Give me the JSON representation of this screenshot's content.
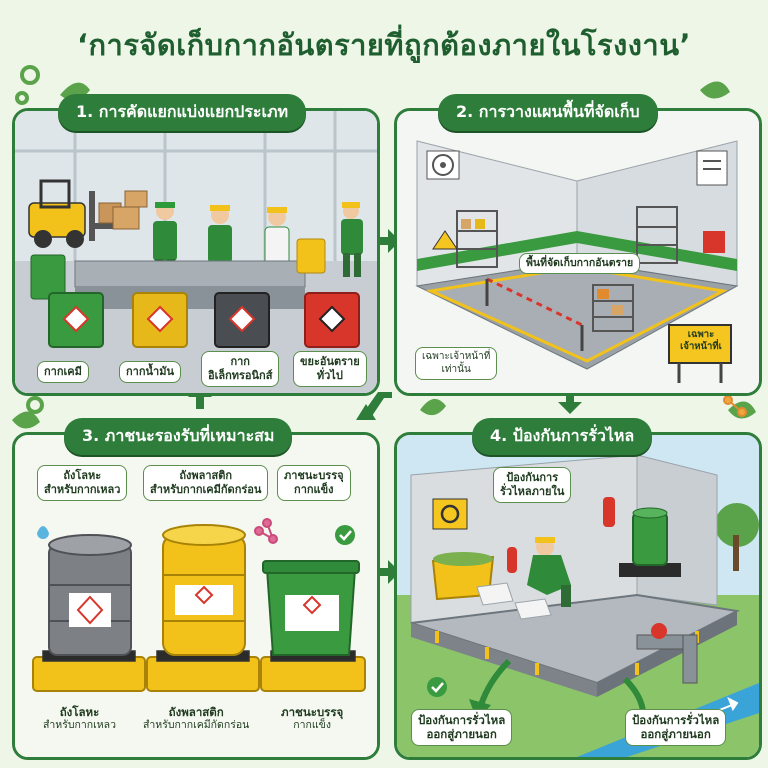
{
  "title": "‘การจัดเก็บกากอันตรายที่ถูกต้องภายในโรงงาน’",
  "panel1": {
    "heading": "1. การคัดแยกแบ่งแยกประเภท",
    "bins": [
      {
        "label": "กากเคมี",
        "color": "#3a9a3f"
      },
      {
        "label": "กากน้ำมัน",
        "color": "#e7b81a"
      },
      {
        "label_line1": "กาก",
        "label_line2": "อิเล็กทรอนิกส์",
        "color": "#4a4d52"
      },
      {
        "label_line1": "ขยะอันตราย",
        "label_line2": "ทั่วไป",
        "color": "#d8352b"
      }
    ]
  },
  "panel2": {
    "heading": "2. การวางแผนพื้นที่จัดเก็บ",
    "zone_label": "พื้นที่จัดเก็บกากอันตราย",
    "staff_label_line1": "เฉพาะเจ้าหน้าที่",
    "staff_label_line2": "เท่านั้น",
    "sign_line1": "เฉพาะ",
    "sign_line2": "เจ้าหน้าที่เ"
  },
  "panel3": {
    "heading": "3. ภาชนะรองรับที่เหมาะสม",
    "top_labels": [
      {
        "line1": "ถังโลหะ",
        "line2": "สำหรับกากเหลว"
      },
      {
        "line1": "ถังพลาสติก",
        "line2": "สำหรับกากเคมีกัดกร่อน"
      },
      {
        "line1": "ภาชนะบรรจุ",
        "line2": "กากแข็ง"
      }
    ],
    "bottom_labels": [
      {
        "line1": "ถังโลหะ",
        "line2": "สำหรับกากเหลว"
      },
      {
        "line1": "ถังพลาสติก",
        "line2": "สำหรับกากเคมีกัดกร่อน"
      },
      {
        "line1": "ภาชนะบรรจุ",
        "line2": "กากแข็ง"
      }
    ],
    "drum_colors": {
      "metal": "#7d8186",
      "plastic": "#f2c21b",
      "container": "#3a9a3f"
    }
  },
  "panel4": {
    "heading": "4. ป้องกันการรั่วไหล",
    "bubble_line1": "ป้องกันการ",
    "bubble_line2": "รั่วไหลภายใน",
    "bottom_left_line1": "ป้องกันการรั่วไหล",
    "bottom_left_line2": "ออกสู่ภายนอก",
    "bottom_right_line1": "ป้องกันการรั่วไหล",
    "bottom_right_line2": "ออกสู่ภายนอก"
  },
  "colors": {
    "brand_green": "#2f7d3b",
    "background": "#eef6e8",
    "hazard_yellow": "#f4c61f",
    "hazard_red": "#d8352b"
  }
}
